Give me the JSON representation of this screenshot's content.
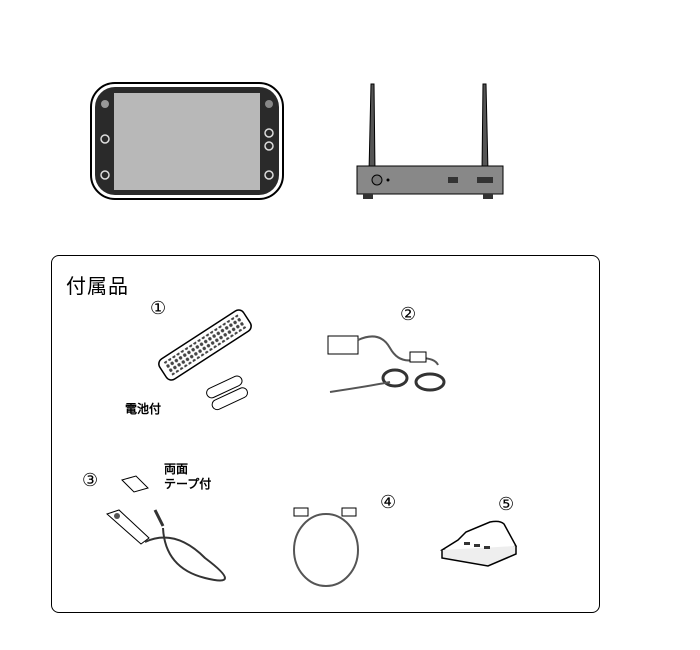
{
  "devices": {
    "monitor": {
      "name": "tablet-monitor"
    },
    "tuner": {
      "name": "wireless-tuner-base"
    }
  },
  "accessories": {
    "title": "付属品",
    "items": [
      {
        "number": "①",
        "name": "remote-control",
        "note": "電池付"
      },
      {
        "number": "②",
        "name": "ac-adapter",
        "note": ""
      },
      {
        "number": "③",
        "name": "ir-sensor-cable",
        "note_line1": "両面",
        "note_line2": "テープ付"
      },
      {
        "number": "④",
        "name": "hdmi-cable",
        "note": ""
      },
      {
        "number": "⑤",
        "name": "charging-stand",
        "note": ""
      }
    ]
  },
  "colors": {
    "line": "#000000",
    "screen": "#b8b8b8",
    "bezel": "#2a2a2a"
  }
}
